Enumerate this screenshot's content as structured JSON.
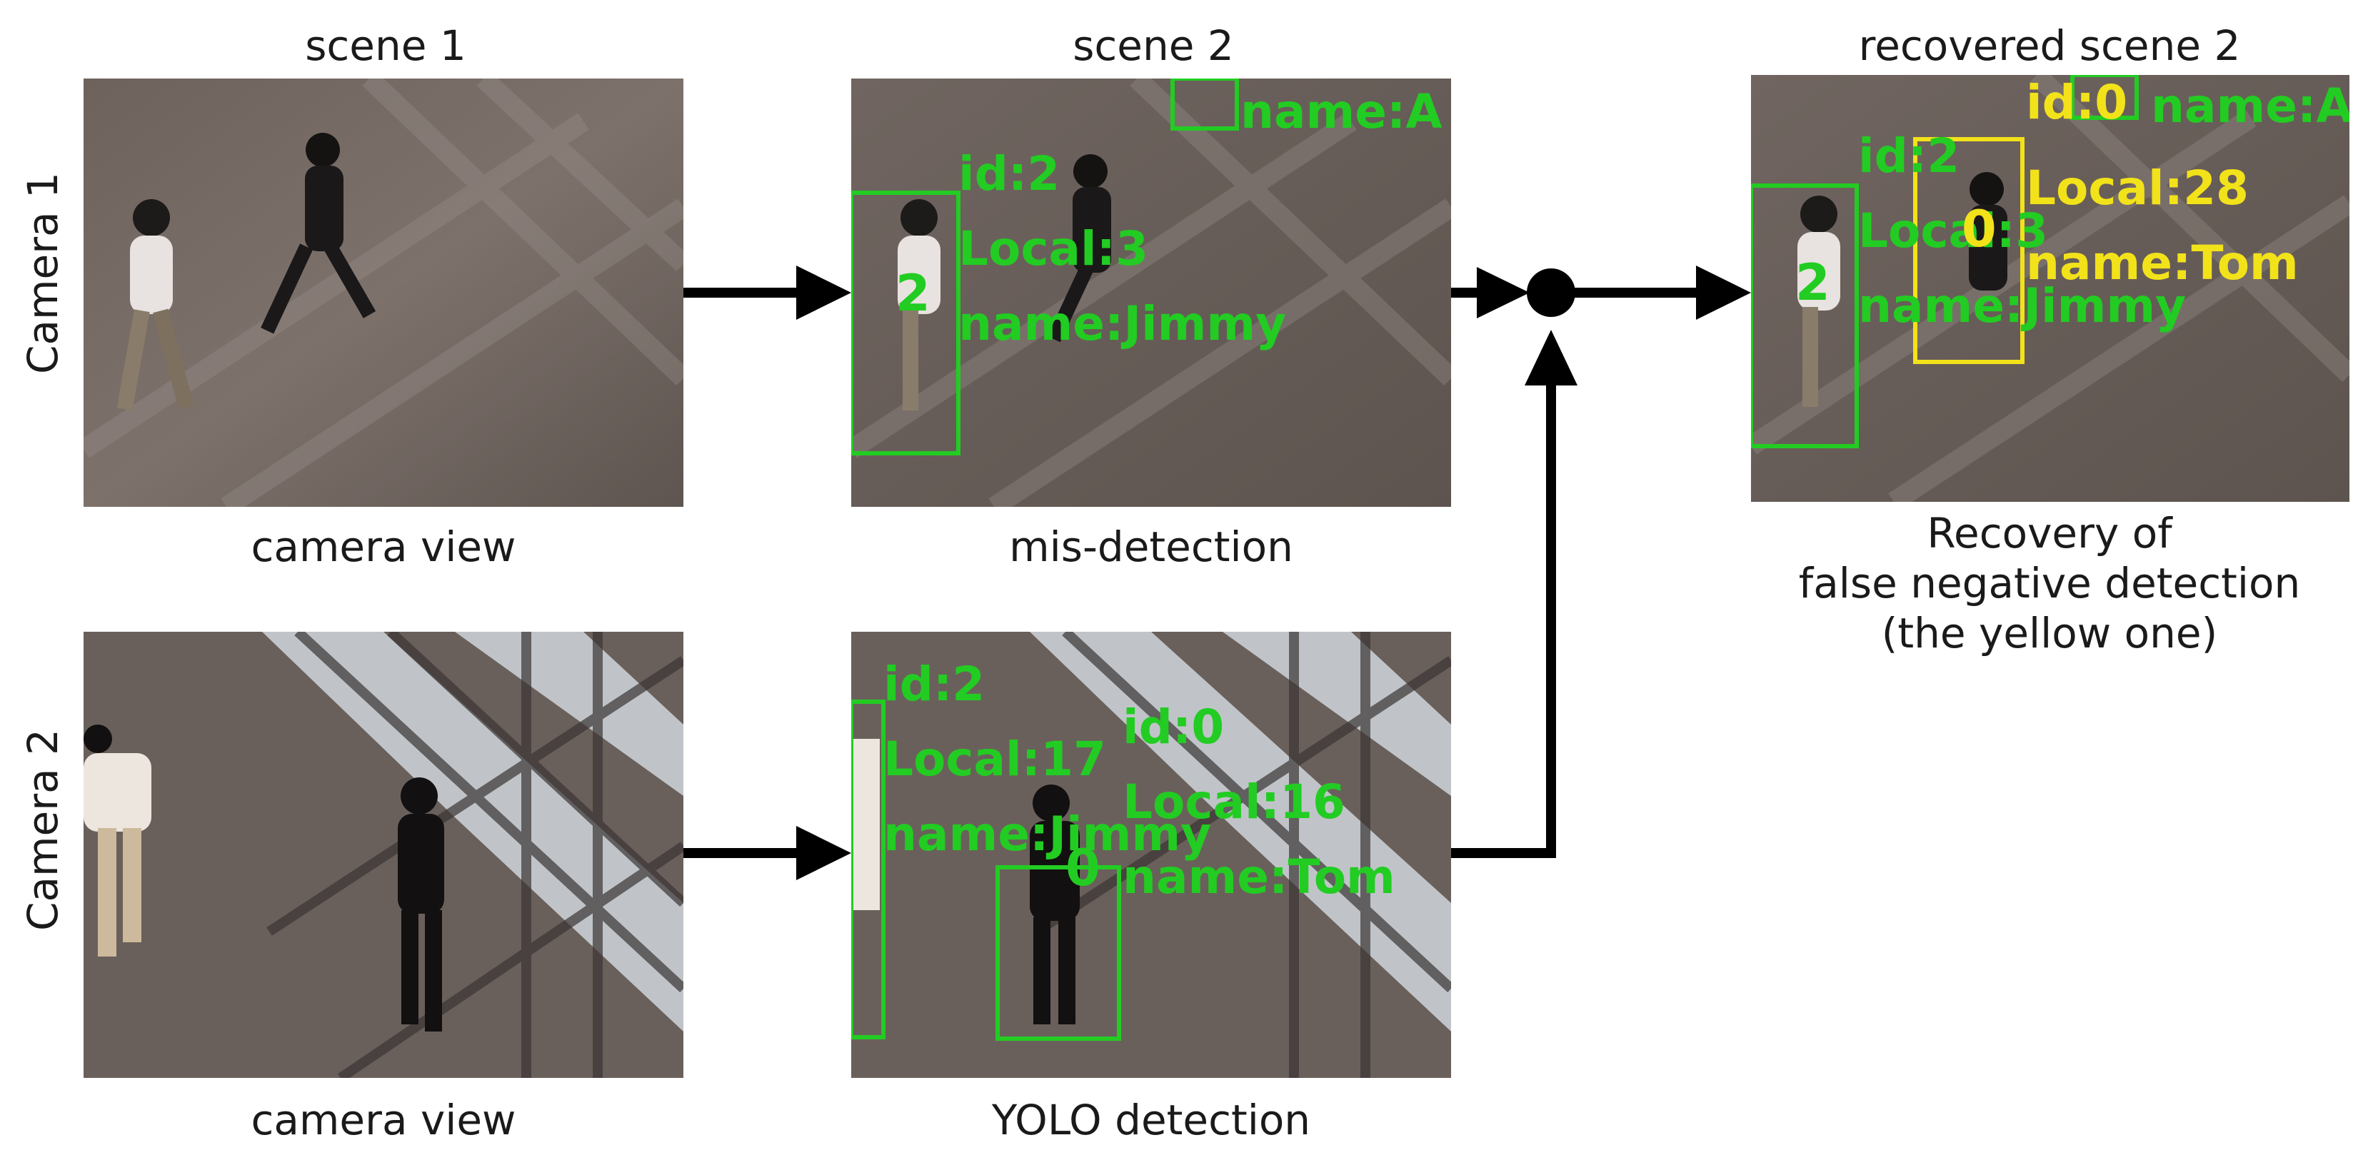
{
  "columns": {
    "scene1": "scene 1",
    "scene2": "scene 2",
    "recovered": "recovered scene 2"
  },
  "rows": {
    "camera1": "Camera 1",
    "camera2": "Camera 2"
  },
  "captions": {
    "cam1_view": "camera view",
    "cam1_mis": "mis-detection",
    "cam2_view": "camera view",
    "cam2_yolo": "YOLO detection",
    "recovery_line1": "Recovery of",
    "recovery_line2": "false negative detection",
    "recovery_line3": "(the yellow one)"
  },
  "detections": {
    "mis": {
      "id": "id:2",
      "local": "Local:3",
      "name": "name:Jimmy",
      "num": "2",
      "partial_name": "name:A"
    },
    "yolo_a": {
      "id": "id:2",
      "local": "Local:17",
      "name": "name:Jimmy"
    },
    "yolo_b": {
      "id": "id:0",
      "local": "Local:16",
      "name": "name:Tom",
      "num": "0"
    },
    "rec_green": {
      "id": "id:2",
      "local": "Local:3",
      "name": "name:Jimmy",
      "num": "2",
      "partial_name": "name:A"
    },
    "rec_yellow": {
      "id": "id:0",
      "local": "Local:28",
      "name": "name:Tom",
      "num": "0"
    }
  },
  "colors": {
    "green_box": "#22cc22",
    "yellow_box": "#f2e21a",
    "arrow": "#000000"
  }
}
